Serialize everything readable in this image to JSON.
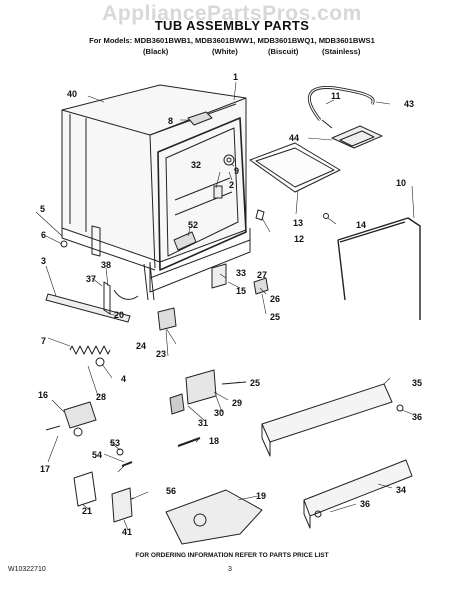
{
  "watermark": "AppliancePartsPros.com",
  "title": "TUB ASSEMBLY PARTS",
  "models_line": "For Models: MDB3601BWB1, MDB3601BWW1, MDB3601BWQ1, MDB3601BWS1",
  "colors": [
    "(Black)",
    "(White)",
    "(Biscuit)",
    "(Stainless)"
  ],
  "callouts": [
    "1",
    "2",
    "3",
    "4",
    "5",
    "6",
    "7",
    "8",
    "9",
    "10",
    "11",
    "12",
    "13",
    "14",
    "15",
    "16",
    "17",
    "18",
    "19",
    "20",
    "21",
    "23",
    "24",
    "25",
    "25",
    "26",
    "27",
    "28",
    "29",
    "30",
    "31",
    "32",
    "33",
    "34",
    "35",
    "36",
    "36",
    "37",
    "38",
    "40",
    "41",
    "43",
    "44",
    "52",
    "53",
    "54",
    "56"
  ],
  "footer": {
    "note": "FOR ORDERING INFORMATION REFER TO PARTS PRICE LIST",
    "doc_id": "W10322710",
    "page": "3"
  }
}
